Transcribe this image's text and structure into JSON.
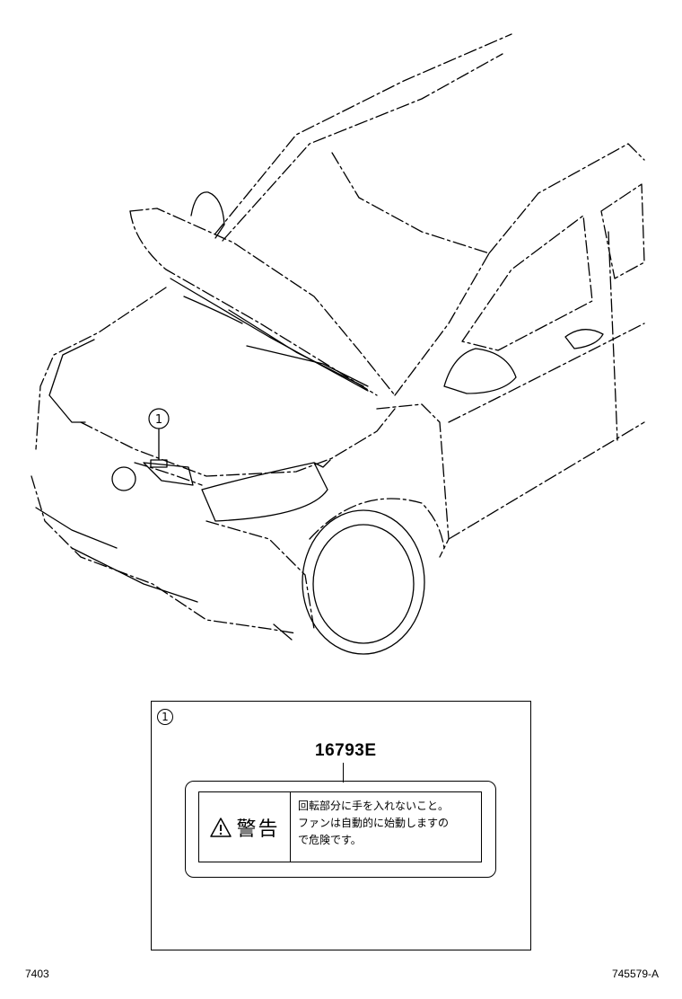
{
  "illustration": {
    "callout_number": "1",
    "icons": [
      "car-line-drawing-icon",
      "callout-circle-icon"
    ]
  },
  "detail": {
    "callout_number": "1",
    "part_number": "16793E",
    "label": {
      "heading": "警告",
      "warning_icon": "warning-triangle-icon",
      "text_lines": [
        "回転部分に手を入れないこと。",
        "ファンは自動的に始動しますの",
        "で危険です。"
      ]
    }
  },
  "footer": {
    "left_code": "7403",
    "right_code": "745579-A"
  }
}
